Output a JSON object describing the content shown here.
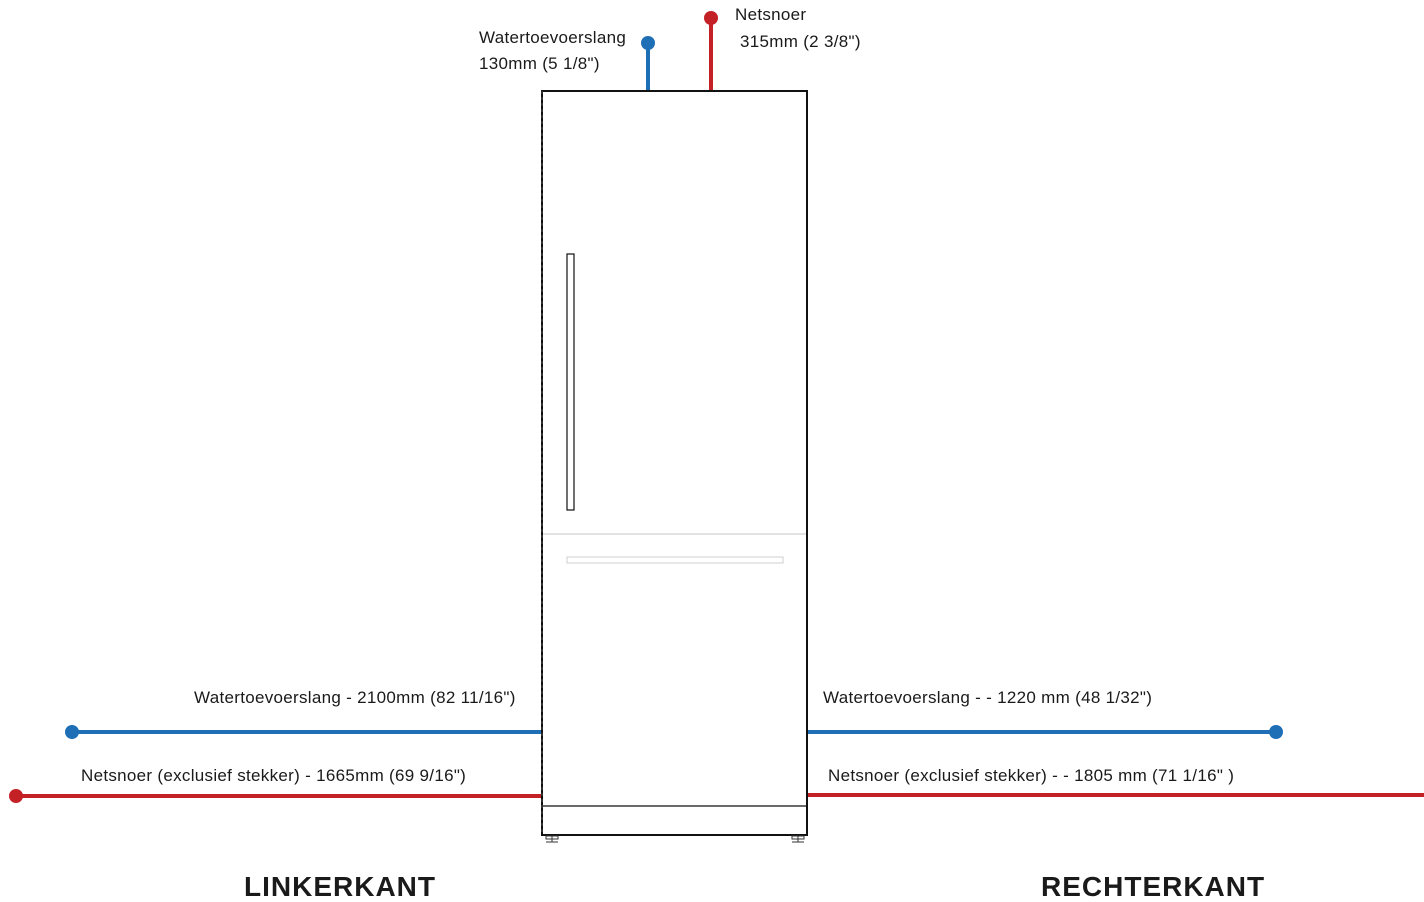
{
  "colors": {
    "water": "#1f6fb7",
    "power": "#c42127",
    "outline": "#111111",
    "divider": "#d8d8d8"
  },
  "top": {
    "water_label": "Watertoevoerslang",
    "water_length": "130mm (5 1/8\")",
    "power_label": "Netsnoer",
    "power_length": "315mm (2 3/8\")"
  },
  "left": {
    "water_text": "Watertoevoerslang - 2100mm (82 11/16\")",
    "power_text": "Netsnoer (exclusief stekker) -  1665mm (69 9/16\")",
    "side_label": "LINKERKANT"
  },
  "right": {
    "water_text": "Watertoevoerslang - - 1220 mm (48 1/32\")",
    "power_text": "Netsnoer (exclusief stekker) -  - 1805 mm (71 1/16\" )",
    "side_label": "RECHTERKANT"
  }
}
